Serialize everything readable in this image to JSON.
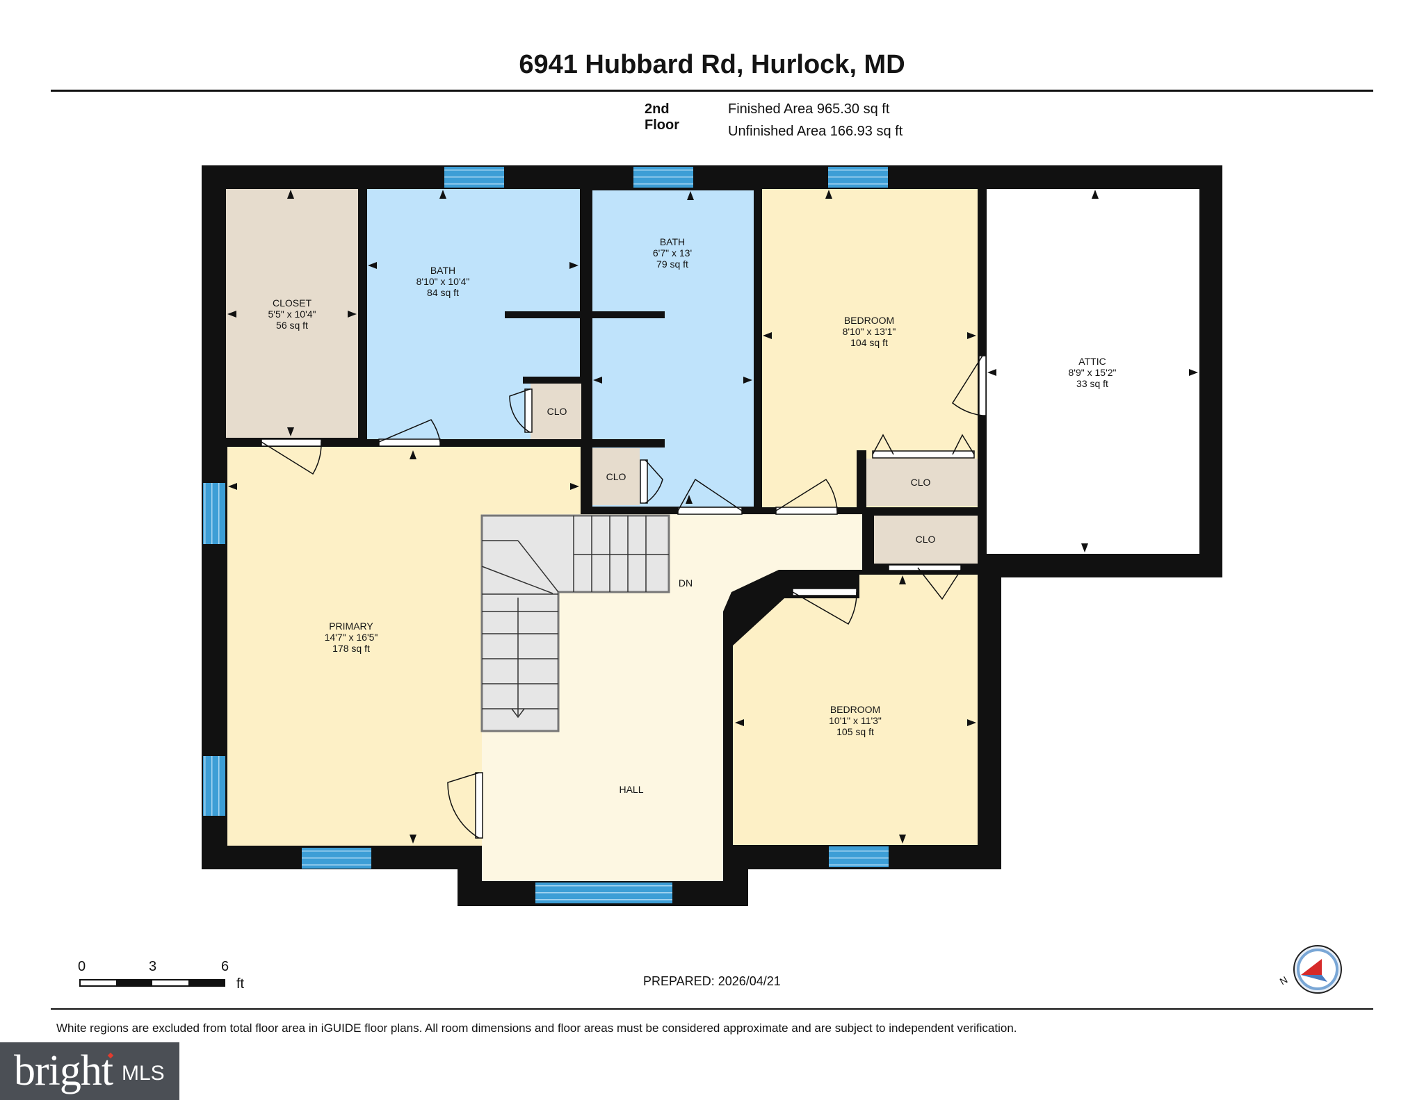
{
  "header": {
    "title": "6941 Hubbard Rd, Hurlock, MD",
    "floor": "2nd Floor",
    "finished_area": "Finished Area 965.30 sq ft",
    "unfinished_area": "Unfinished Area 166.93 sq ft"
  },
  "rooms": {
    "closet": {
      "name": "CLOSET",
      "dims": "5'5\" x 10'4\"",
      "area": "56 sq ft"
    },
    "bath1": {
      "name": "BATH",
      "dims": "8'10\" x 10'4\"",
      "area": "84 sq ft"
    },
    "bath2": {
      "name": "BATH",
      "dims": "6'7\" x 13'",
      "area": "79 sq ft"
    },
    "bedroom1": {
      "name": "BEDROOM",
      "dims": "8'10\" x 13'1\"",
      "area": "104 sq ft"
    },
    "attic": {
      "name": "ATTIC",
      "dims": "8'9\" x 15'2\"",
      "area": "33 sq ft"
    },
    "primary": {
      "name": "PRIMARY",
      "dims": "14'7\" x 16'5\"",
      "area": "178 sq ft"
    },
    "bedroom2": {
      "name": "BEDROOM",
      "dims": "10'1\" x 11'3\"",
      "area": "105 sq ft"
    },
    "hall": {
      "name": "HALL"
    },
    "clo": "CLO",
    "stairs": "DN"
  },
  "colors": {
    "wall": "#111111",
    "bath": "#bfe3fb",
    "bedroom": "#fdf0c6",
    "closet": "#e6dccd",
    "hall": "#fdf7e2",
    "window": "#3d9ed6",
    "stairs": "#e6e6e6"
  },
  "scale": {
    "marks": [
      "0",
      "3",
      "6"
    ],
    "unit": "ft"
  },
  "prepared": "PREPARED: 2026/04/21",
  "compass_label": "N",
  "disclaimer": "White regions are excluded from total floor area in iGUIDE floor plans. All room dimensions and floor areas must be considered approximate and are subject to independent verification.",
  "logo": {
    "brand": "bright",
    "suffix": "MLS"
  }
}
